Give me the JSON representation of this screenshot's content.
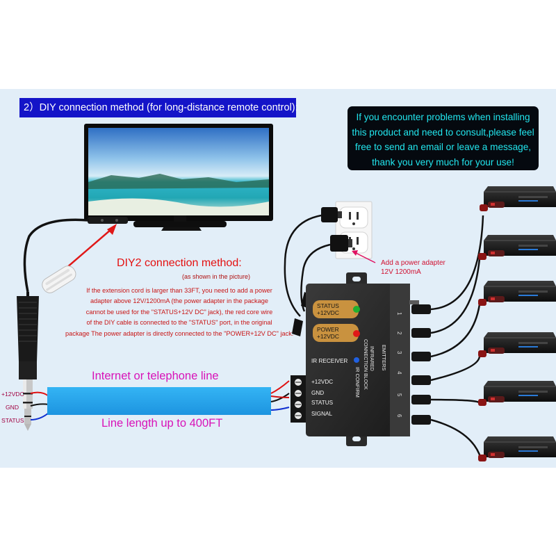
{
  "header": {
    "title": "2）DIY connection method (for long-distance remote control):"
  },
  "message_box": {
    "lines": [
      "If you encounter problems when installing",
      "this product and need to consult,please feel",
      "free to send an email or leave a message,",
      "thank you very much for your use!"
    ]
  },
  "diy2": {
    "title": "DIY2 connection method:",
    "subtitle": "(as shown in the picture)",
    "body": [
      "If the extension cord is larger than 33FT, you need to add a power",
      "adapter above 12V/1200mA (the power adapter in the package",
      "cannot be used for the \"STATUS+12V DC\" jack), the red core wire",
      "of the DIY cable is connected to the \"STATUS\" port, in the original",
      "package The power adapter is directly connected to the \"POWER+12V DC\" jack."
    ]
  },
  "adapter_note": {
    "lines": [
      "Add a power adapter",
      "12V 1200mA"
    ]
  },
  "cable": {
    "top_label": "Internet or telephone line",
    "bottom_label": "Line length  up to 400FT",
    "wires": [
      "+12VDC",
      "GND",
      "STATUS"
    ]
  },
  "block": {
    "status_label": [
      "STATUS",
      "+12VDC"
    ],
    "power_label": [
      "POWER",
      "+12VDC"
    ],
    "ir_receiver": "IR RECEIVER",
    "ir_confirm": "IR CONFIRM",
    "vertical_title": [
      "INFRARED",
      "CONNECTION BLOCK"
    ],
    "emitters": "EMITTERS",
    "terminals": [
      "+12VDC",
      "GND",
      "STATUS",
      "SIGNAL"
    ],
    "ports": [
      "1",
      "2",
      "3",
      "4",
      "5",
      "6"
    ]
  },
  "colors": {
    "background_band": "#e2eef8",
    "title_bar": "#1414c8",
    "message_text": "#22e6ee",
    "diy2_red": "#e41010",
    "cable_blue": "#2aa8ef",
    "label_magenta": "#d812b8",
    "block_body": "#2b2b2b",
    "status_pill": "#c9923f"
  },
  "icons": [
    "tv-icon",
    "dvd-player-icon",
    "ir-receiver-icon",
    "ir-emitter-icon",
    "audio-jack-icon",
    "wall-outlet-icon",
    "power-adapter-icon",
    "led-icon"
  ]
}
